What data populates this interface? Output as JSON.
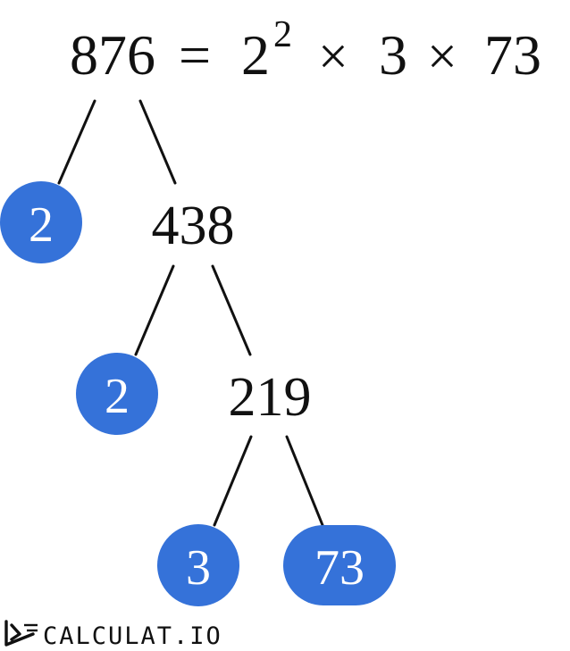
{
  "equation": {
    "number": "876",
    "equals": "=",
    "base": "2",
    "exponent": "2",
    "times_1": "×",
    "factor_2": "3",
    "times_2": "×",
    "factor_3": "73"
  },
  "tree": {
    "level_1": {
      "composite": "438",
      "prime": "2"
    },
    "level_2": {
      "composite": "219",
      "prime": "2"
    },
    "level_3": {
      "prime_left": "3",
      "prime_right": "73"
    }
  },
  "colors": {
    "prime_fill": "#3572d9",
    "line": "#111111",
    "text": "#111111",
    "prime_text": "#ffffff"
  },
  "logo": {
    "text": "CALCULAT.IO",
    "icon": "calculator-logo-icon"
  }
}
